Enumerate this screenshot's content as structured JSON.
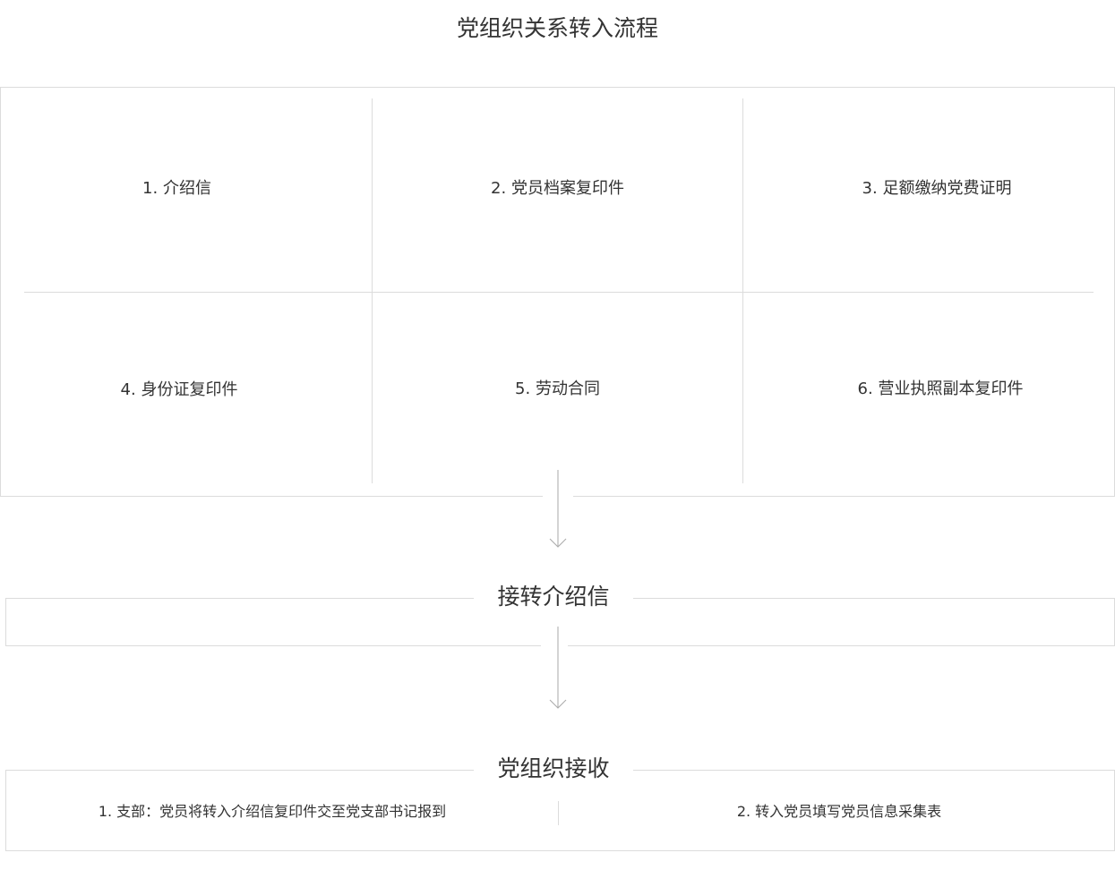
{
  "title": "党组织关系转入流程",
  "documents": [
    "1. 介绍信",
    "2. 党员档案复印件",
    "3. 足额缴纳党费证明",
    "4. 身份证复印件",
    "5. 劳动合同",
    "6. 营业执照副本复印件"
  ],
  "step_transfer": {
    "title": "接转介绍信"
  },
  "step_receive": {
    "title": "党组织接收",
    "items": [
      "1. 支部：党员将转入介绍信复印件交至党支部书记报到",
      "2. 转入党员填写党员信息采集表"
    ]
  },
  "colors": {
    "border": "#dcdcdc",
    "text": "#333333",
    "arrow": "#aaaaaa"
  }
}
